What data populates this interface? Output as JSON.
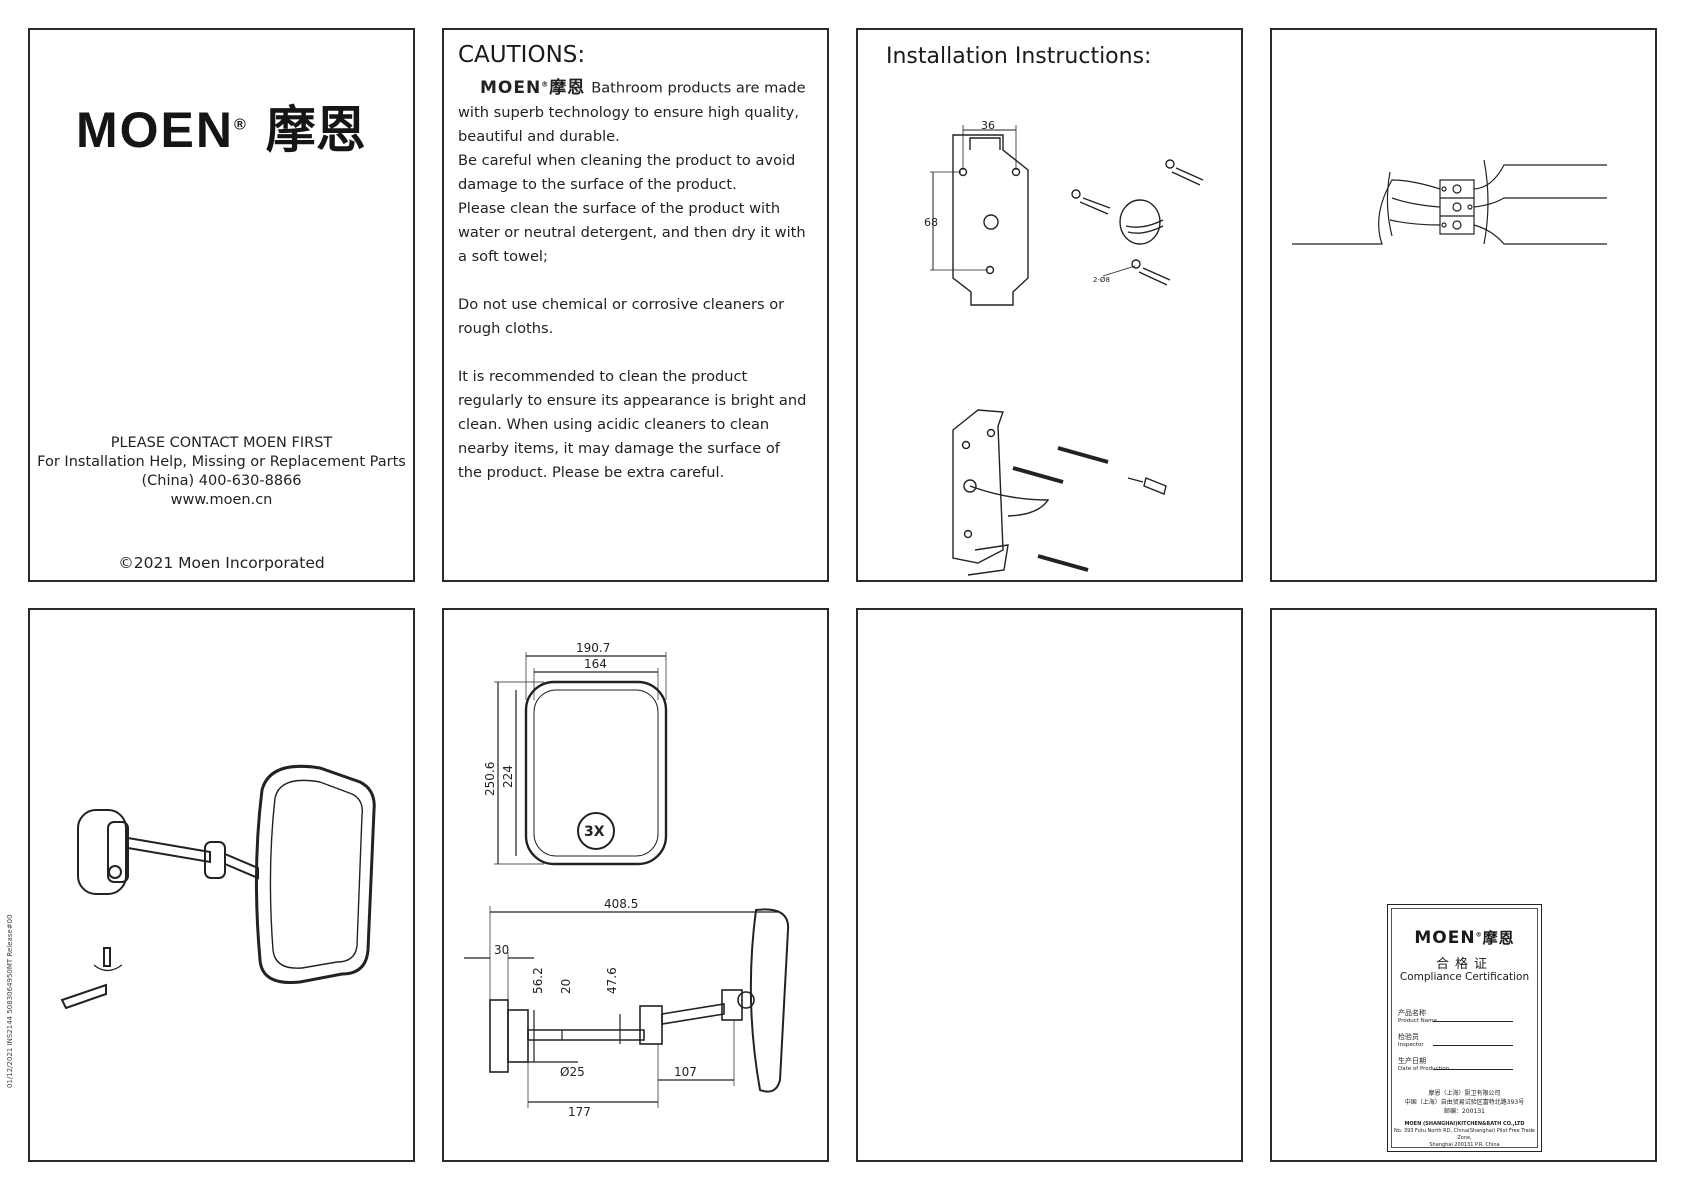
{
  "cover": {
    "brand": "MOEN",
    "brand_reg": "®",
    "brand_cn": "摩恩",
    "contact_line1": "PLEASE CONTACT MOEN FIRST",
    "contact_line2": "For Installation Help, Missing or  Replacement Parts",
    "contact_line3": "(China) 400-630-8866",
    "website": "www.moen.cn",
    "copyright": "©2021 Moen Incorporated"
  },
  "cautions": {
    "title": "CAUTIONS:",
    "logo": "MOEN",
    "logo_reg": "®",
    "logo_cn": "摩恩",
    "intro": "Bathroom products are made with superb technology to ensure high quality, beautiful and durable.",
    "p2": "Be careful when cleaning the product to avoid damage to the surface of the product.",
    "p3": "Please clean the surface of the product with water or neutral detergent, and then dry it with a soft towel;",
    "p4": "Do not use chemical or corrosive cleaners or rough cloths.",
    "p5": "It is recommended to clean the product regularly to ensure its appearance is bright and clean. When using acidic cleaners to clean nearby items, it may damage the surface of the product. Please be extra careful."
  },
  "installation": {
    "title": "Installation Instructions:",
    "dim_width": "36",
    "dim_height": "68",
    "screw_label": "2-Ø8"
  },
  "dimensions": {
    "outer_width": "190.7",
    "inner_width": "164",
    "outer_height": "250.6",
    "inner_height": "224",
    "magnification": "3X",
    "total_reach": "408.5",
    "wall_depth": "30",
    "d1": "56.2",
    "d2": "20",
    "d3": "47.6",
    "diameter": "Ø25",
    "arm_length": "177",
    "pivot_length": "107"
  },
  "certificate": {
    "logo": "MOEN",
    "logo_reg": "®",
    "logo_cn": "摩恩",
    "title_cn": "合格证",
    "title_en": "Compliance Certification",
    "field1_cn": "产品名称",
    "field1_en": "Product Name",
    "field2_cn": "检验员",
    "field2_en": "Inspector",
    "field3_cn": "生产日期",
    "field3_en": "Date of Production",
    "company_cn": "摩恩（上海）厨卫有限公司",
    "address_cn": "中国（上海）自由贸易试验区富特北路393号",
    "postcode_cn": "邮编：200131",
    "company_en": "MOEN (SHANGHAI)KITCHEN&BATH CO.,LTD",
    "address_en": "No. 393 Futu North RD, China(Shanghai) Pilot Free Trade Zone,",
    "city_en": "Shanghai 200131 P.R. China"
  },
  "side_note": "01/12/2021  INS2144  5083064950MT  Release#00"
}
